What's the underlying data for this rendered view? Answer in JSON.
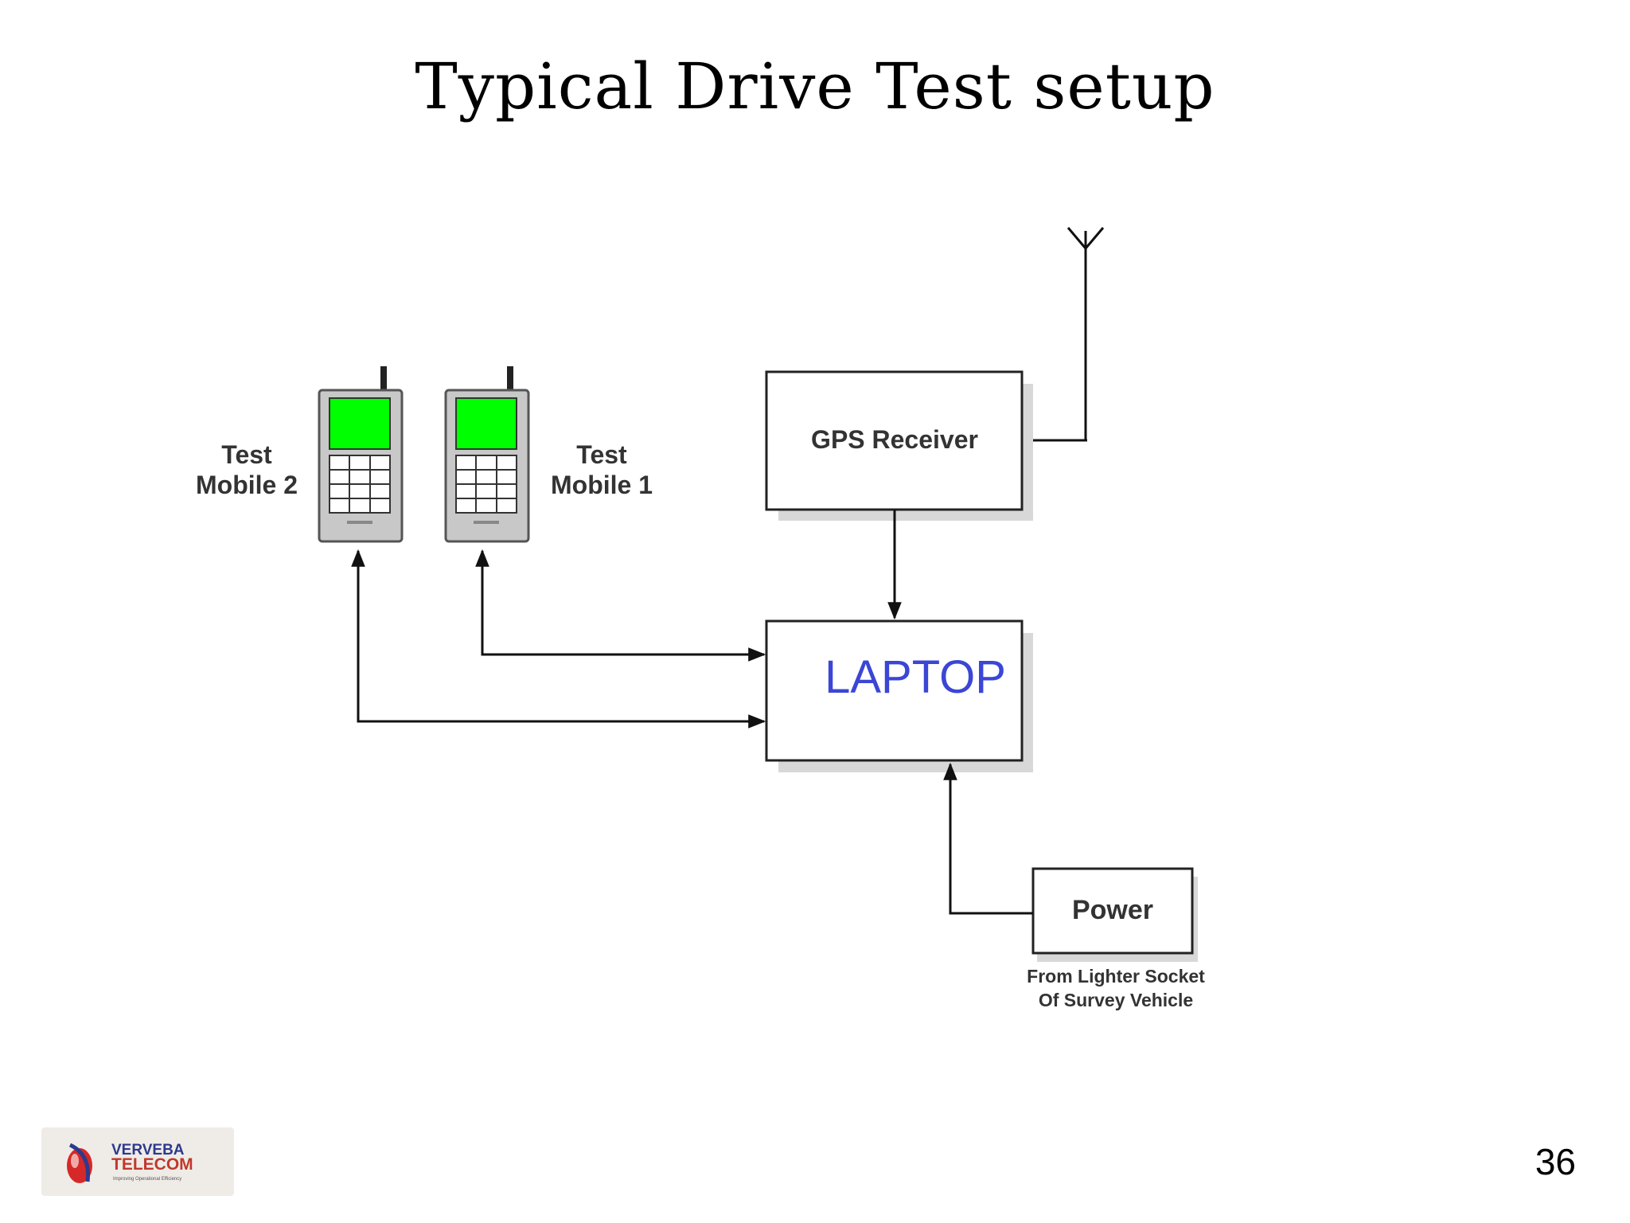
{
  "title": "Typical Drive Test setup",
  "diagram": {
    "gps_receiver": "GPS Receiver",
    "laptop": "LAPTOP",
    "power": "Power",
    "power_caption": [
      "From Lighter Socket",
      "Of Survey Vehicle"
    ],
    "mobile_1": [
      "Test",
      "Mobile 1"
    ],
    "mobile_2": [
      "Test",
      "Mobile 2"
    ],
    "colors": {
      "phone_screen": "#00ff00",
      "laptop_text": "#3b46d6",
      "phone_body": "#c8c8c8"
    }
  },
  "footer": {
    "page_number": "36",
    "logo": {
      "line1": "VERVEBA",
      "line2": "TELECOM",
      "tagline": "Improving Operational Efficiency"
    }
  }
}
